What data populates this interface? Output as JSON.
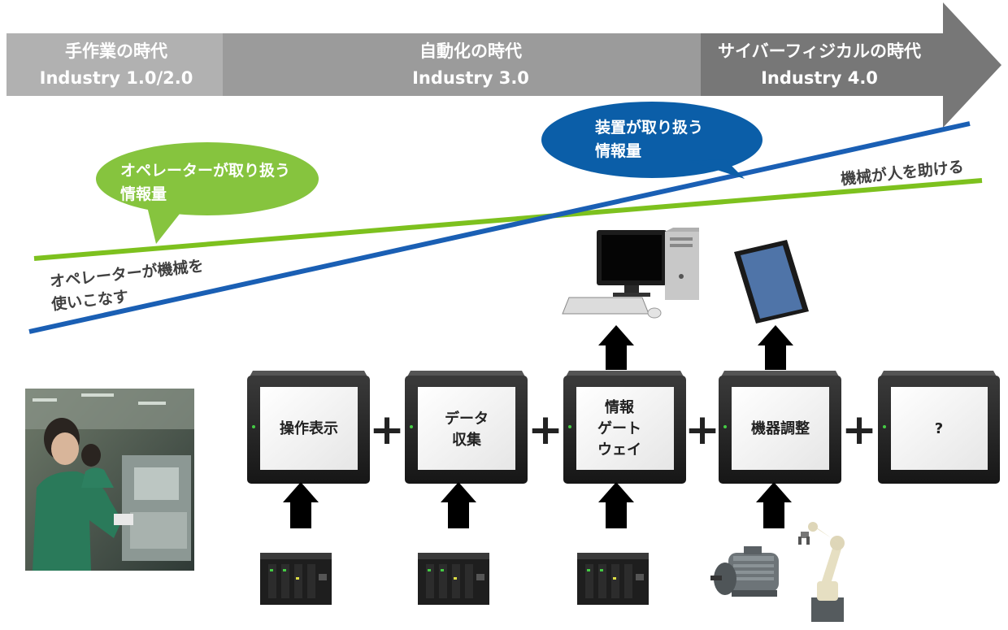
{
  "eras": [
    {
      "title": "手作業の時代",
      "subtitle": "Industry 1.0/2.0"
    },
    {
      "title": "自動化の時代",
      "subtitle": "Industry 3.0"
    },
    {
      "title": "サイバーフィジカルの時代",
      "subtitle": "Industry 4.0"
    }
  ],
  "bubbles": {
    "operator": [
      "オペレーターが取り扱う",
      "情報量"
    ],
    "device": [
      "装置が取り扱う",
      "情報量"
    ]
  },
  "line_labels": {
    "operator_uses": [
      "オペレーターが機械を",
      "使いこなす"
    ],
    "machine_helps": "機械が人を助ける"
  },
  "panels": [
    {
      "lines": [
        "操作表示"
      ]
    },
    {
      "lines": [
        "データ",
        "収集"
      ]
    },
    {
      "lines": [
        "情報",
        "ゲート",
        "ウェイ"
      ]
    },
    {
      "lines": [
        "機器調整"
      ]
    },
    {
      "lines": [
        "?"
      ]
    }
  ],
  "plus_sign": "+",
  "colors": {
    "blue_line": "#1a5fb4",
    "green_line": "#7dc11e",
    "blue_bubble": "#0b5ea8",
    "green_bubble": "#86c43e"
  }
}
